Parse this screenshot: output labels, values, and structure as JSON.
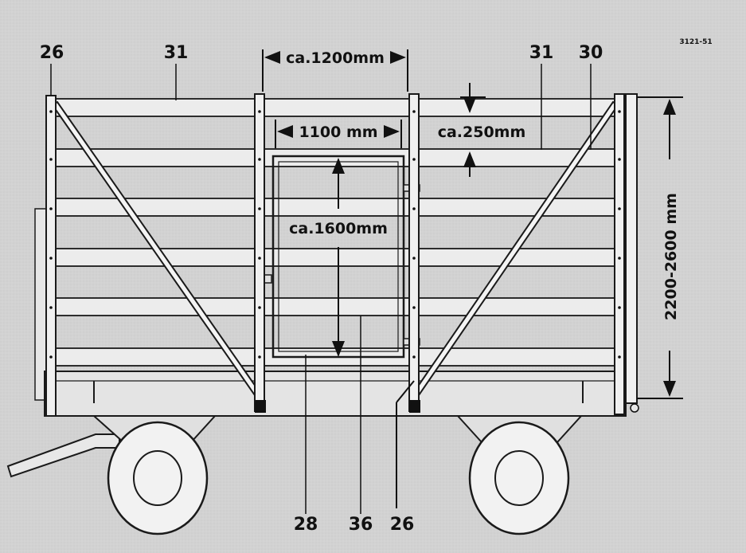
{
  "drawing_code": "3121-51",
  "dimensions": {
    "panel_width": "ca.1200mm",
    "door_width": "1100 mm",
    "board_spacing": "ca.250mm",
    "door_height": "ca.1600mm",
    "side_height": "2200-2600 mm"
  },
  "reference_numbers": {
    "post_left_top": "26",
    "board_top_left": "31",
    "board_top_right": "31",
    "brace_right": "30",
    "door_frame_bottom": "28",
    "door_bottom": "36",
    "post_bottom": "26"
  },
  "colors": {
    "background": "#d2d2d2",
    "board": "#ececec",
    "outline": "#1a1a1a",
    "wheel": "#f2f2f2"
  }
}
